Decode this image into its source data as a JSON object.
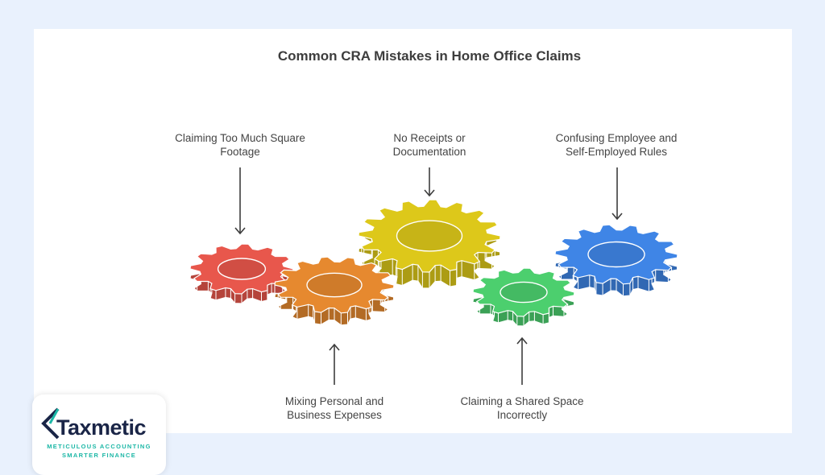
{
  "title": "Common CRA Mistakes in Home Office Claims",
  "mistakes": [
    {
      "lines": [
        "Claiming Too Much Square",
        "Footage"
      ],
      "color": "#e8574c"
    },
    {
      "lines": [
        "Mixing Personal and",
        "Business Expenses"
      ],
      "color": "#e6892f"
    },
    {
      "lines": [
        "No Receipts or",
        "Documentation"
      ],
      "color": "#ddc81a"
    },
    {
      "lines": [
        "Claiming a Shared Space",
        "Incorrectly"
      ],
      "color": "#4ccf6e"
    },
    {
      "lines": [
        "Confusing Employee and",
        "Self-Employed Rules"
      ],
      "color": "#3f85e6"
    }
  ],
  "logo": {
    "name": "Taxmetic",
    "tagline1": "METICULOUS ACCOUNTING",
    "tagline2": "SMARTER FINANCE",
    "brand_color": "#1a2547",
    "accent_color": "#1cb7a6"
  }
}
